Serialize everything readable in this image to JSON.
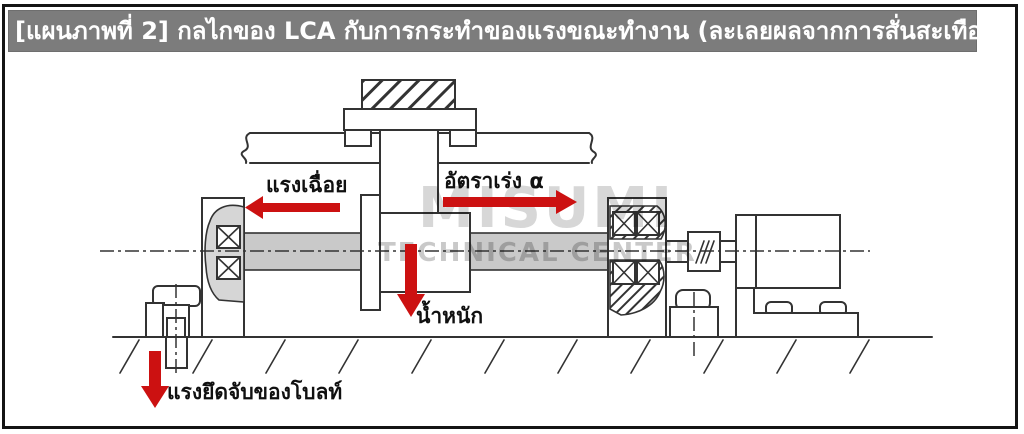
{
  "title": "[แผนภาพที่ 2] กลไกของ LCA กับการกระทำของแรงขณะทำงาน (ละเลยผลจากการสั่นสะเทือน)",
  "watermark": {
    "line1": "MISUMI",
    "line2": "TECHNICAL CENTER"
  },
  "force_labels": {
    "inertia": "แรงเฉื่อย",
    "acceleration": "อัตราเร่ง α",
    "weight": "น้ำหนัก",
    "bolt_clamp": "แรงยึดจับของโบลท์"
  },
  "colors": {
    "title_bg": "#7c7c7c",
    "title_text": "#ffffff",
    "arrow_red": "#cc1111",
    "shaft_gray": "#c9c9c9",
    "blob_gray": "#d6d6d6",
    "line_dark": "#333333",
    "watermark_gray": "#d7d7d7",
    "watermark_gray2": "#c9c9c9"
  }
}
